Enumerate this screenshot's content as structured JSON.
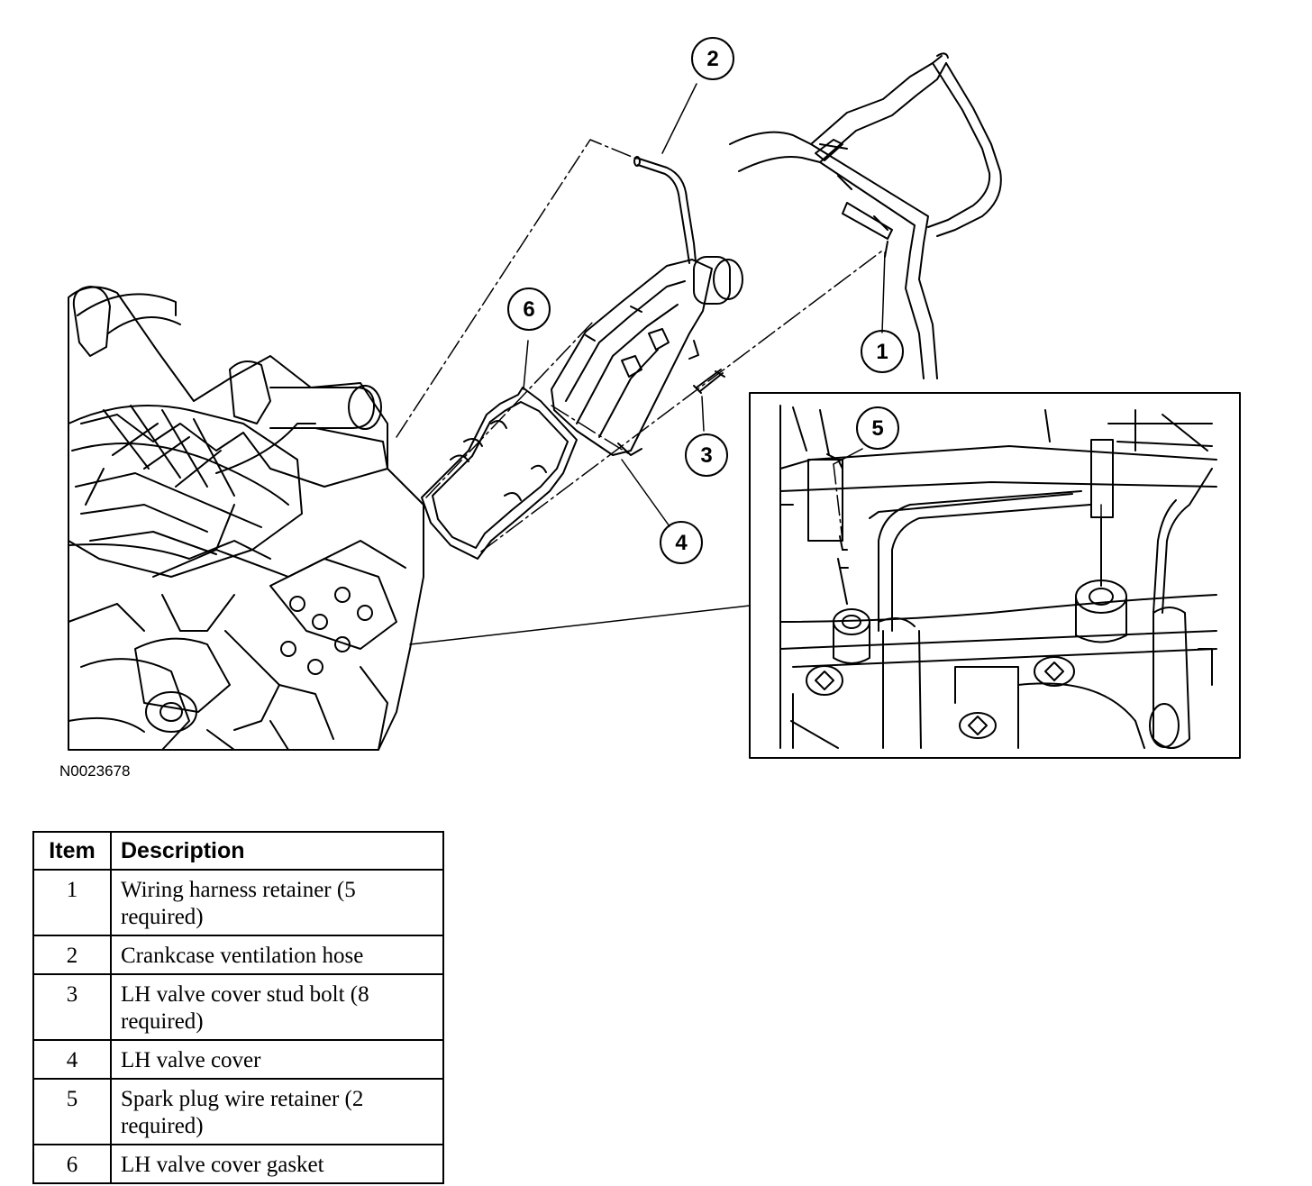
{
  "figure_id": "N0023678",
  "callouts": [
    {
      "number": "1"
    },
    {
      "number": "2"
    },
    {
      "number": "3"
    },
    {
      "number": "4"
    },
    {
      "number": "5"
    },
    {
      "number": "6"
    }
  ],
  "legend": {
    "headers": {
      "item": "Item",
      "description": "Description"
    },
    "rows": [
      {
        "item": "1",
        "description": "Wiring harness retainer (5 required)"
      },
      {
        "item": "2",
        "description": "Crankcase ventilation hose"
      },
      {
        "item": "3",
        "description": "LH valve cover stud bolt (8 required)"
      },
      {
        "item": "4",
        "description": "LH valve cover"
      },
      {
        "item": "5",
        "description": "Spark plug wire retainer (2 required)"
      },
      {
        "item": "6",
        "description": "LH valve cover gasket"
      }
    ]
  }
}
